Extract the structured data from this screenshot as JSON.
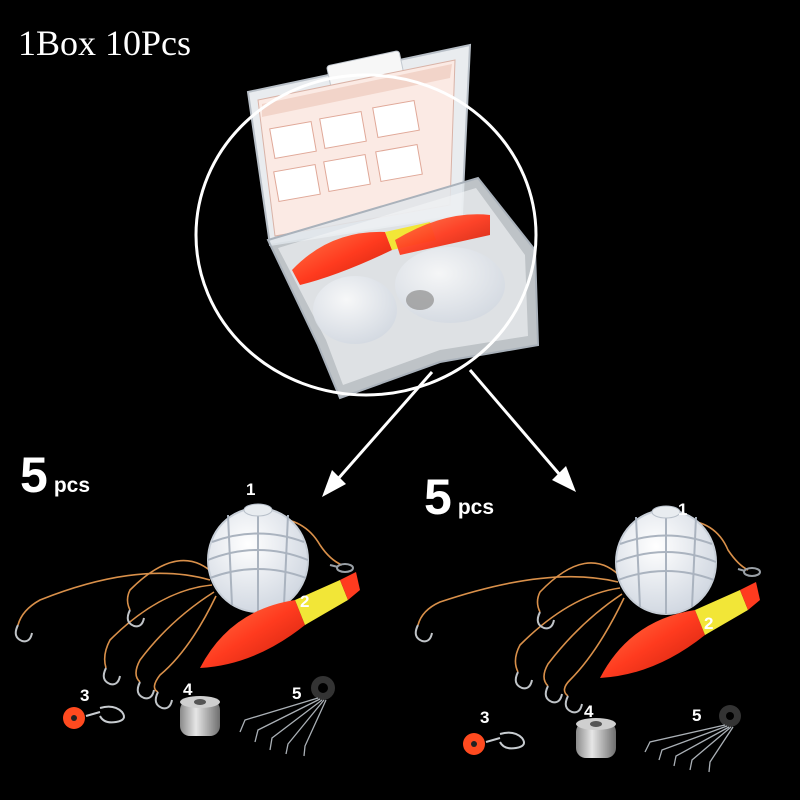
{
  "title": "1Box 10Pcs",
  "left_group": {
    "count": "5",
    "unit": "pcs",
    "labels": [
      "1",
      "2",
      "3",
      "4",
      "5"
    ]
  },
  "right_group": {
    "count": "5",
    "unit": "pcs",
    "labels": [
      "1",
      "2",
      "3",
      "4",
      "5"
    ]
  },
  "colors": {
    "background": "#000000",
    "float_red": "#ff3b1f",
    "float_yellow": "#f2e637",
    "line_copper": "#d9904a"
  }
}
